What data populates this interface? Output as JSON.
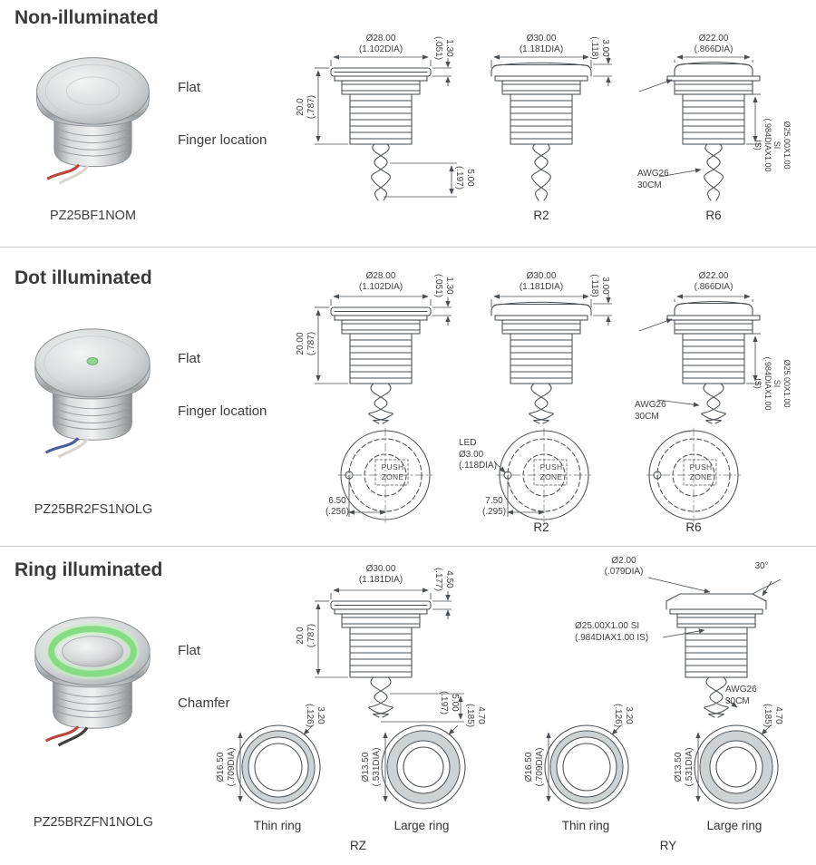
{
  "sections": {
    "s1": {
      "title": "Non-illuminated",
      "part_number": "PZ25BF1NOM",
      "label_flat": "Flat",
      "label_finger": "Finger location",
      "drawA": {
        "dim_top": "Ø28.00\n(1.102DIA)",
        "dim_cap": "1.30\n(.051)",
        "dim_height": "20.0\n(.787)",
        "dim_wire": "5.00\n(.197)"
      },
      "drawB": {
        "dim_top": "Ø30.00\n(1.181DIA)",
        "dim_cap": "3.00\n(.118)",
        "label": "R2"
      },
      "drawC": {
        "dim_top": "Ø22.00\n(.866DIA)",
        "dim_thread": "Ø25.00X1.00 SI\n(.984DIAX1.00 IS)",
        "note_wire": "AWG26\n30CM",
        "label": "R6"
      }
    },
    "s2": {
      "title": "Dot illuminated",
      "part_number": "PZ25BR2FS1NOLG",
      "label_flat": "Flat",
      "label_finger": "Finger location",
      "drawA": {
        "dim_top": "Ø28.00\n(1.102DIA)",
        "dim_cap": "1.30\n(.051)",
        "dim_height": "20.00\n(.787)",
        "push_zone": "PUSH\nZONE",
        "dim_led_offset": "6.50\n(.256)"
      },
      "drawB": {
        "dim_top": "Ø30.00\n(1.181DIA)",
        "dim_cap": "3.00\n(.118)",
        "led_note": "LED\nØ3.00\n(.118DIA)",
        "push_zone": "PUSH\nZONE",
        "dim_led_offset": "7.50\n(.295)",
        "label": "R2"
      },
      "drawC": {
        "dim_top": "Ø22.00\n(.866DIA)",
        "dim_thread": "Ø25.00X1.00 SI\n(.984DIAX1.00 IS)",
        "note_wire": "AWG26\n30CM",
        "push_zone": "PUSH\nZONE",
        "label": "R6"
      }
    },
    "s3": {
      "title": "Ring illuminated",
      "part_number": "PZ25BRZFN1NOLG",
      "label_flat": "Flat",
      "label_chamfer": "Chamfer",
      "drawA": {
        "dim_top": "Ø30.00\n(1.181DIA)",
        "dim_cap": "4.50\n(.177)",
        "dim_height": "20.0\n(.787)",
        "dim_wire": "5.00\n(.197)"
      },
      "drawB": {
        "dim_led": "Ø2.00\n(.079DIA)",
        "dim_angle": "30°",
        "dim_thread": "Ø25.00X1.00 SI\n(.984DIAX1.00 IS)",
        "note_wire": "AWG26\n30CM"
      },
      "rings": {
        "rz_label": "RZ",
        "ry_label": "RY",
        "thin_label": "Thin ring",
        "large_label": "Large ring",
        "dim_thin_width": "3.20\n(.126)",
        "dim_large_width": "4.70\n(.185)",
        "dim_thin_dia": "Ø16.50\n(.709DIA)",
        "dim_large_dia": "Ø13.50\n(.531DIA)"
      }
    }
  }
}
